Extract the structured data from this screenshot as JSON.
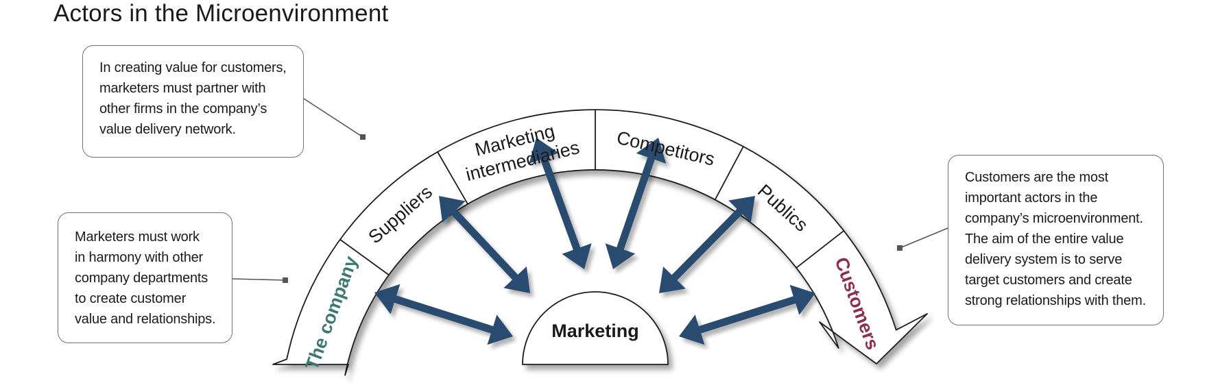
{
  "title": "Actors in the Microenvironment",
  "center": {
    "label": "Marketing"
  },
  "segments": [
    {
      "label": "The company",
      "color": "#3d7872"
    },
    {
      "label": "Suppliers",
      "color": "#1a1a1a"
    },
    {
      "label_lines": [
        "Marketing",
        "intermediaries"
      ],
      "color": "#1a1a1a"
    },
    {
      "label": "Competitors",
      "color": "#1a1a1a"
    },
    {
      "label": "Publics",
      "color": "#1a1a1a"
    },
    {
      "label": "Customers",
      "color": "#8c2f4c"
    }
  ],
  "callouts": {
    "suppliers": {
      "lines": [
        "In creating value for customers,",
        "marketers must partner with",
        "other firms in the company’s",
        "value delivery network."
      ]
    },
    "company": {
      "lines": [
        "Marketers must work",
        "in harmony with other",
        "company departments",
        "to create customer",
        "value and relationships."
      ]
    },
    "customers": {
      "lines": [
        "Customers are the most",
        "important actors in the",
        "company’s microenvironment.",
        "The aim of the entire value",
        "delivery system is to serve",
        "target customers and create",
        "strong relationships with them."
      ]
    }
  },
  "colors": {
    "arrow": "#2b4c6f",
    "outline": "#1a1a1a",
    "leader": "#555555"
  }
}
